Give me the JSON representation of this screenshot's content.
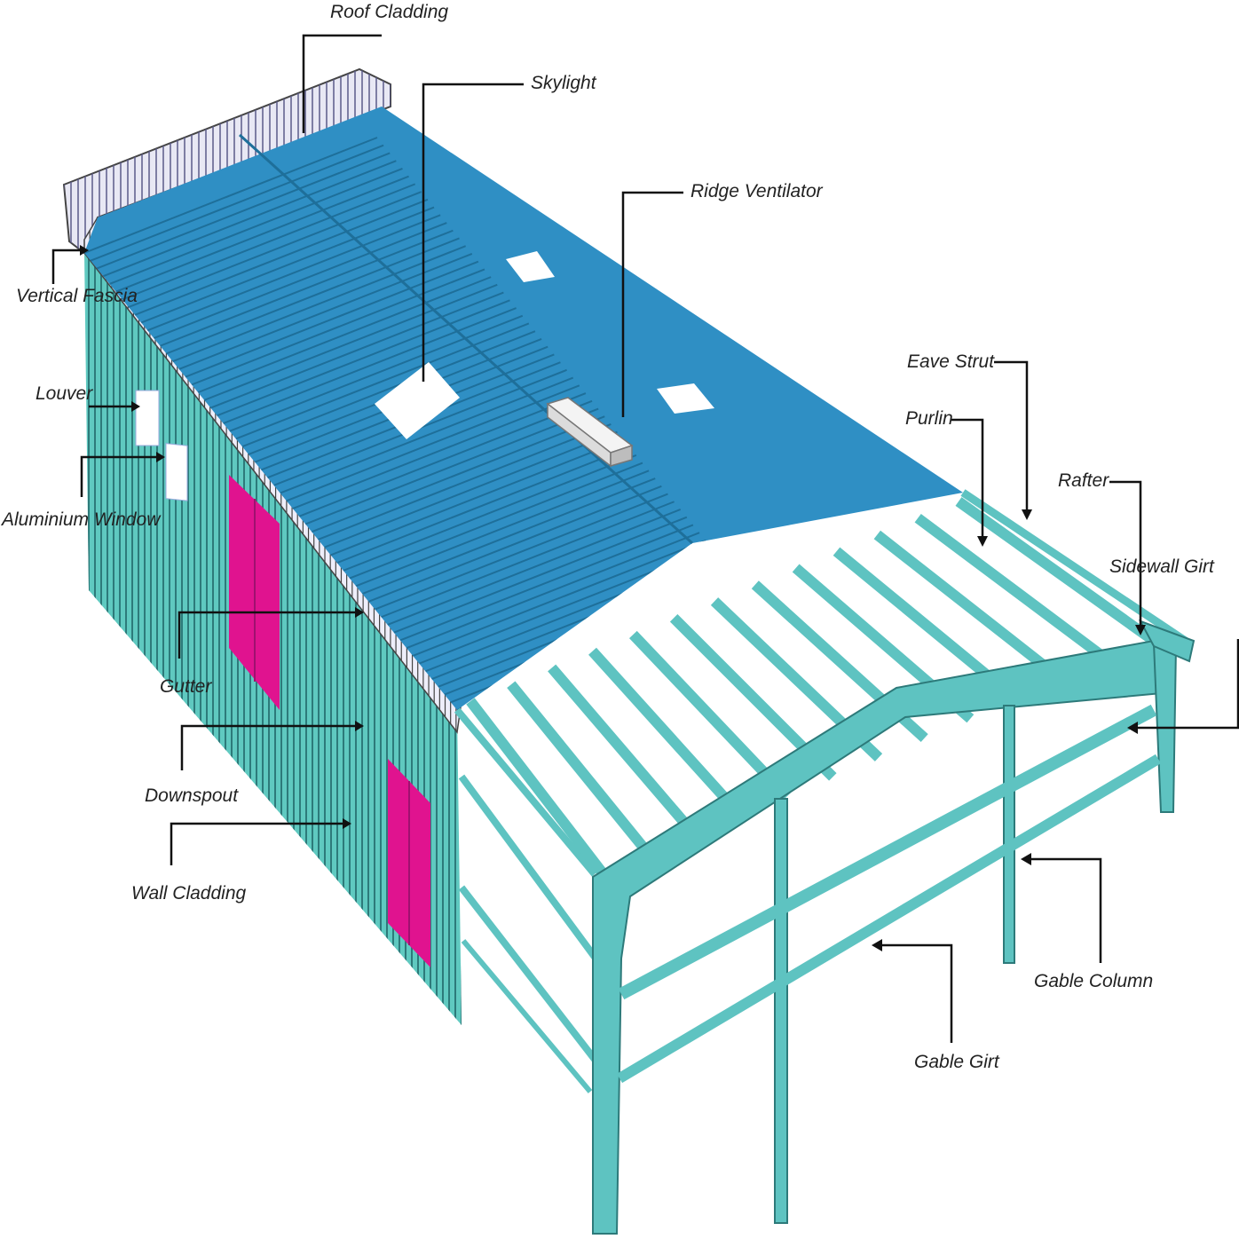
{
  "colors": {
    "roof": "#2f8fc4",
    "roof_rib": "#1e6f9a",
    "wall": "#5fc9c0",
    "wall_rib": "#2d7a7a",
    "frame": "#5ec3c1",
    "door": "#e0138f",
    "fascia": "#e8e8f4",
    "leader": "#111111"
  },
  "labels": {
    "roof_cladding": "Roof Cladding",
    "skylight": "Skylight",
    "ridge_ventilator": "Ridge Ventilator",
    "vertical_fascia": "Vertical Fascia",
    "louver": "Louver",
    "aluminium_window": "Aluminium Window",
    "gutter": "Gutter",
    "downspout": "Downspout",
    "wall_cladding": "Wall Cladding",
    "eave_strut": "Eave Strut",
    "purlin": "Purlin",
    "rafter": "Rafter",
    "sidewall_girt": "Sidewall Girt",
    "gable_column": "Gable Column",
    "gable_girt": "Gable Girt"
  }
}
